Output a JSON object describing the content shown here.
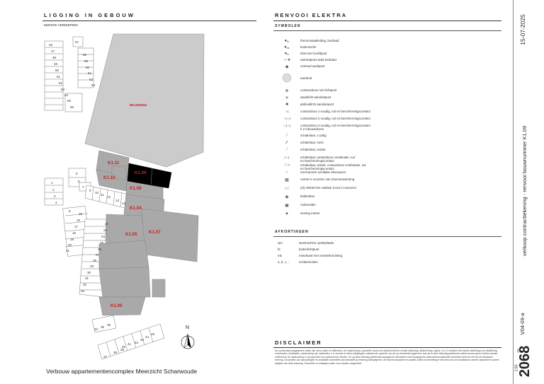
{
  "location": {
    "title": "LIGGING IN GEBOUW",
    "subtitle": "EERSTE VERDIEPING",
    "belending_label": "BELENDING",
    "unit_labels": [
      "K1.11",
      "K1.09",
      "K1.10",
      "K1.08",
      "K1.04",
      "K1.05",
      "K1.07",
      "K1.06"
    ],
    "highlighted_unit": "K1.09",
    "north_label": "N",
    "numbers": {
      "n46": "46",
      "n47": "47",
      "n48": "48",
      "n49": "49",
      "n50": "50",
      "n51": "51",
      "n52": "52",
      "n53": "53",
      "n54": "54",
      "n55": "55",
      "n56": "56",
      "n57": "57",
      "n58": "58",
      "n59": "59",
      "n60": "60",
      "n61": "61",
      "n62": "62",
      "n63": "63",
      "n1": "1",
      "n2": "2",
      "n3": "3",
      "n4": "4",
      "n5": "5",
      "n6": "6",
      "n7": "7",
      "n8": "8",
      "n9": "9",
      "n10": "10",
      "n11": "11",
      "n12": "12",
      "n13": "13",
      "n14": "14",
      "n15": "15",
      "n16": "16",
      "n17": "17",
      "n18": "18",
      "n19": "19",
      "n20": "20",
      "n21": "21",
      "n22": "22",
      "n23": "23",
      "n24": "24",
      "n25": "25",
      "n26": "26",
      "n27": "27",
      "n28": "28",
      "n29": "29",
      "n30": "30",
      "n31": "31",
      "n32": "32",
      "n33": "33",
      "n34": "34",
      "n35": "35",
      "n36": "36",
      "n37": "37",
      "n38": "38",
      "n39": "39",
      "n40": "40",
      "n41": "41",
      "n42": "42",
      "n43": "43",
      "n44": "44",
      "n45": "45"
    }
  },
  "project": "Verbouw appartementencomplex Meerzicht Scharwoude",
  "legend": {
    "title": "RENVOOI ELEKTRA",
    "symbols_heading": "SYMBOLEN",
    "symbols": [
      {
        "icon": "thermostat-icon",
        "text": "thermostaatleiding, bedraad"
      },
      {
        "icon": "outdoor-bell-icon",
        "text": "buitenschel"
      },
      {
        "icon": "intercom-icon",
        "text": "intercom hoofdpost"
      },
      {
        "icon": "data-outlet-icon",
        "text": "aansluitpunt data bedraad"
      },
      {
        "icon": "central-ground-icon",
        "text": "centraal aardpunt"
      },
      {
        "icon": "ground-mat-icon",
        "text": "aardmat"
      },
      {
        "icon": "junction-box-icon",
        "text": "contractdoos met lichtpunt"
      },
      {
        "icon": "wall-light-icon",
        "text": "wandlicht aansluitpunt"
      },
      {
        "icon": "ceiling-light-icon",
        "text": "plafondlicht aansluitpunt"
      },
      {
        "icon": "socket-1-icon",
        "text": "contactdoos 1-voudig, nul en beschermingscontact"
      },
      {
        "icon": "socket-2-icon",
        "text": "contactdoos 2-voudig, nul en beschermingscontact"
      },
      {
        "icon": "socket-2h-icon",
        "text": "contactdoos 2-voudig, nul en beschermingscontact\nh 2 inbouwdozen"
      },
      {
        "icon": "switch-1-icon",
        "text": "schakelaar, 1-polig"
      },
      {
        "icon": "switch-serie-icon",
        "text": "schakelaar, serie"
      },
      {
        "icon": "switch-wissel-icon",
        "text": "schakelaar, wissel"
      },
      {
        "icon": "switch-combi-icon",
        "text": "schakelaar contactdoos combinatie, nul\nen beschermingscontact"
      },
      {
        "icon": "switch-wissel-combi-icon",
        "text": "schakelaar, wissel- contactdoos combinatie, nul\nen beschermingscontact"
      },
      {
        "icon": "ventilation-icon",
        "text": "mechanisch ventilatie afvoerpunt"
      },
      {
        "icon": "fuse-box-icon",
        "text": "ruimte is voorzien van vloerverwarming"
      },
      {
        "icon": "radiator-icon",
        "text": "(el) elektrische radiator (conv.) convector"
      },
      {
        "icon": "doorbell-icon",
        "text": "beldrukker"
      },
      {
        "icon": "smoke-detector-icon",
        "text": "rookmelder"
      },
      {
        "icon": "home-entry-icon",
        "text": "woning entree"
      }
    ],
    "abbreviations_heading": "AFKORTINGEN",
    "abbreviations": [
      {
        "key": "wm",
        "value": "wasmachine opstelplaats"
      },
      {
        "key": "bl",
        "value": "buitenlichtpunt"
      },
      {
        "key": "mk",
        "value": "meterkast met verdeelinrichting"
      },
      {
        "key": "a, b, c,...",
        "value": "schakelcodes"
      }
    ]
  },
  "disclaimer": {
    "title": "DISCLAIMER",
    "text": "De op tekening aangegeven maten zijn circa-maten in millimeters, de maatvoering is gemeten tussen de wanden/vloeren zonder afwerking, afbimmering, regels, e.d. In verband met nadere uitwerking van detaillering, constructies, installaties, maatvoering van materialen, e.d. kunnen er kleine afwijkingen ontstaan ten opzichte van de op verrekende gegevens. Aan de in deze tekening getekende maten kunnen geen rechten worden ontleend en de maatvoering is ook geschikt voor opdracht aan derden. De op deze tekening getekende aangegeven elementen en/of aangegeven alternatieven/optionele elementen behoren niet tot de standaard levering. De posities van aansluitingen en installatie onderdelen zijn indicatief op tekening weergegeven, de exacte aansluiten en posities zullen na bemeting in het werk door de installateurs worden bepaald en kunnen afwijken van deze tekening. Schachten en leidingen zullen voor worden vastgesteld."
  },
  "title_strip": {
    "date": "15-07-2025",
    "description": "verkoop contracttekening - renvooi bouwnummer K1.09",
    "version": "V04-09-a",
    "paper": "A3",
    "drawing_number": "2068",
    "scale": "1:50"
  }
}
